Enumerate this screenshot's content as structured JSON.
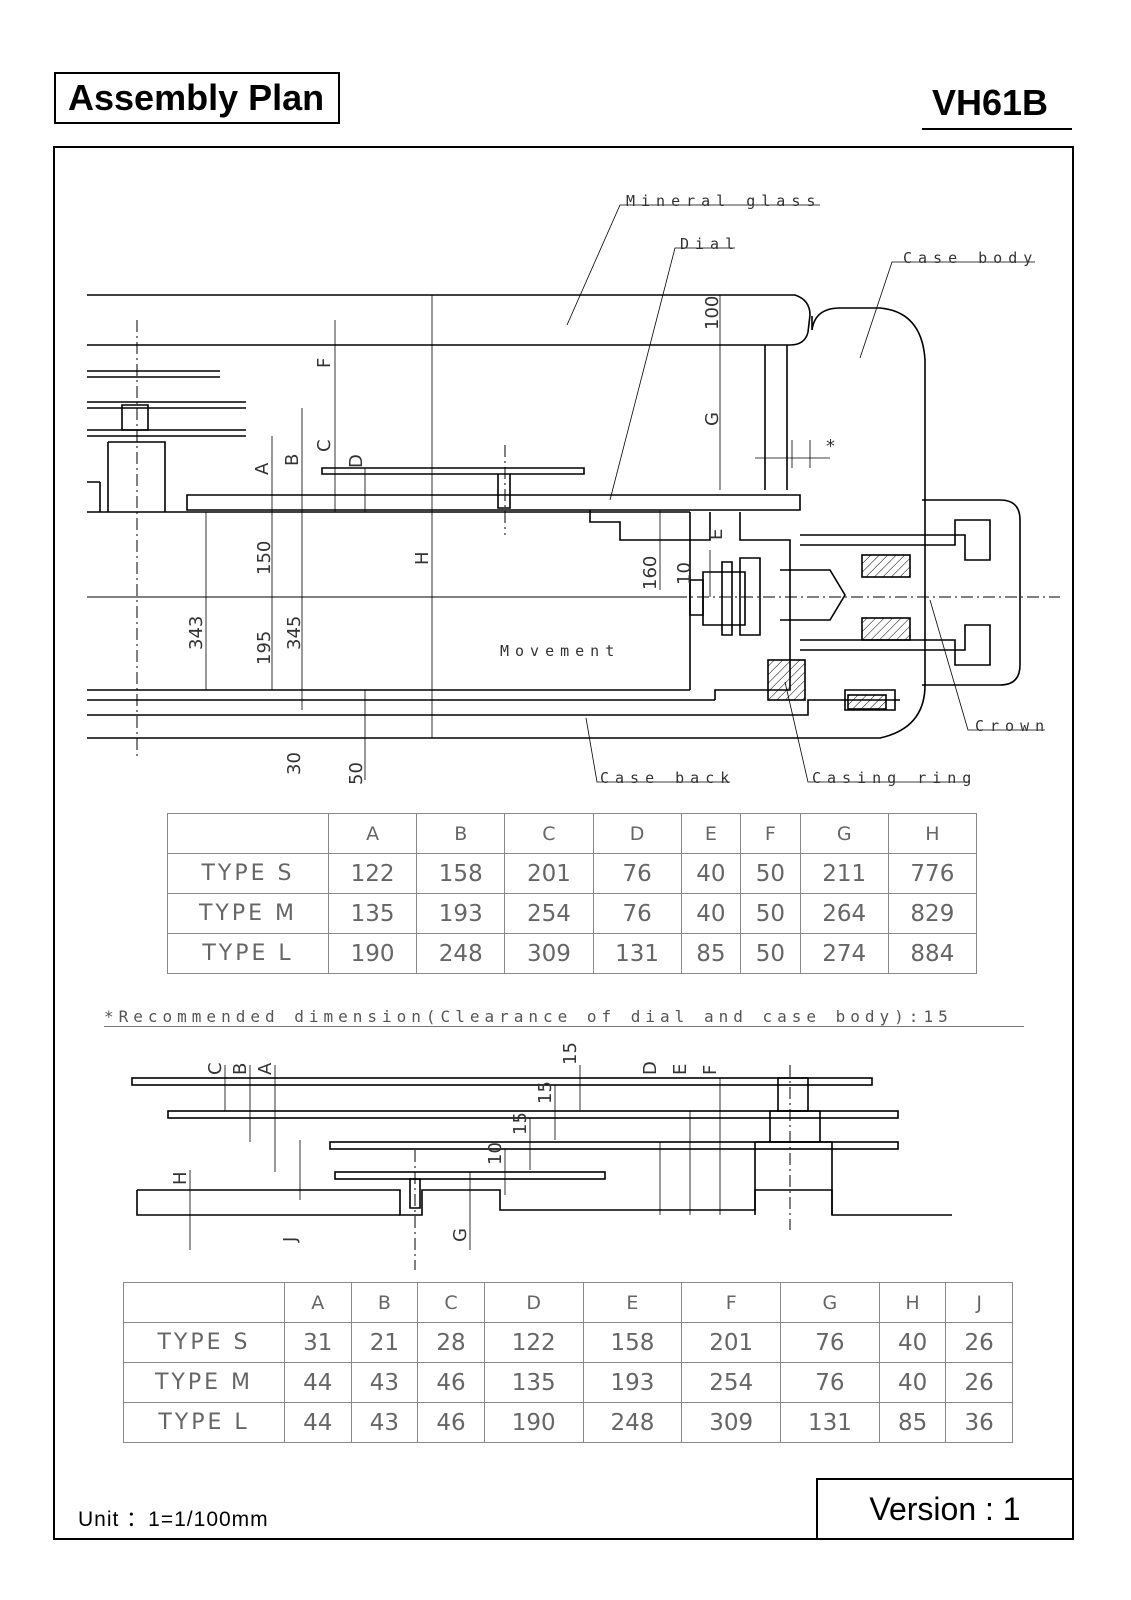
{
  "header": {
    "title": "Assembly Plan",
    "model": "VH61B"
  },
  "callouts": {
    "mineral_glass": "Mineral glass",
    "dial": "Dial",
    "case_body": "Case body",
    "movement": "Movement",
    "crown": "Crown",
    "case_back": "Case back",
    "casing_ring": "Casing ring"
  },
  "section_dims": {
    "glass": "100",
    "mov_upper": "150",
    "mov_lower": "195",
    "overall_a": "343",
    "overall_b": "345",
    "stem": "160",
    "stem_b": "10",
    "back_gap": "30",
    "back": "50",
    "A": "A",
    "B": "B",
    "C": "C",
    "D": "D",
    "E": "E",
    "F": "F",
    "G": "G",
    "H": "H",
    "star": "*"
  },
  "table1": {
    "headers": [
      "",
      "A",
      "B",
      "C",
      "D",
      "E",
      "F",
      "G",
      "H"
    ],
    "rows": [
      [
        "TYPE S",
        "122",
        "158",
        "201",
        "76",
        "40",
        "50",
        "211",
        "776"
      ],
      [
        "TYPE M",
        "135",
        "193",
        "254",
        "76",
        "40",
        "50",
        "264",
        "829"
      ],
      [
        "TYPE L",
        "190",
        "248",
        "309",
        "131",
        "85",
        "50",
        "274",
        "884"
      ]
    ]
  },
  "note": "*Recommended dimension(Clearance of dial and case body):15",
  "hands_dims": {
    "A": "A",
    "B": "B",
    "C": "C",
    "D": "D",
    "E": "E",
    "F": "F",
    "G": "G",
    "H": "H",
    "J": "J",
    "g1": "15",
    "g2": "15",
    "g3": "15",
    "g4": "10"
  },
  "table2": {
    "headers": [
      "",
      "A",
      "B",
      "C",
      "D",
      "E",
      "F",
      "G",
      "H",
      "J"
    ],
    "rows": [
      [
        "TYPE S",
        "31",
        "21",
        "28",
        "122",
        "158",
        "201",
        "76",
        "40",
        "26"
      ],
      [
        "TYPE M",
        "44",
        "43",
        "46",
        "135",
        "193",
        "254",
        "76",
        "40",
        "26"
      ],
      [
        "TYPE L",
        "44",
        "43",
        "46",
        "190",
        "248",
        "309",
        "131",
        "85",
        "36"
      ]
    ]
  },
  "footer": {
    "unit": "Unit ：1=1/100mm",
    "version": "Version :  1"
  }
}
